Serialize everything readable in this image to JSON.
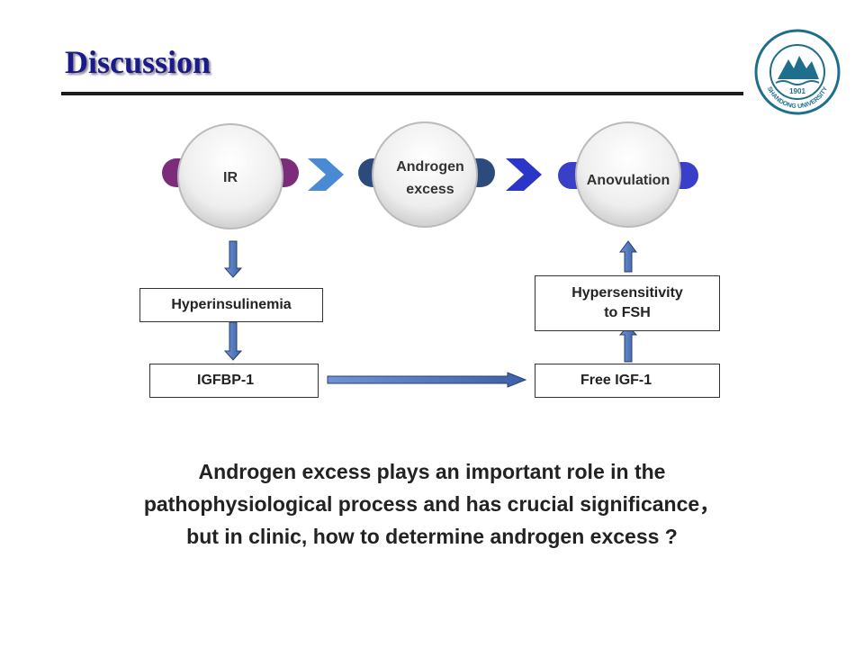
{
  "title": "Discussion",
  "logo": {
    "year": "1901",
    "name": "SHANDONG UNIVERSITY"
  },
  "flow": {
    "nodes": [
      {
        "label_lines": [
          "IR"
        ],
        "color": "#7b2d7b"
      },
      {
        "label_lines": [
          "Androgen",
          "excess"
        ],
        "color": "#2c4a7c"
      },
      {
        "label_lines": [
          "Anovulation"
        ],
        "color": "#3a3fc8"
      }
    ]
  },
  "boxes": {
    "hyperinsulinemia": "Hyperinsulinemia",
    "igfbp1": "IGFBP-1",
    "hypersensitivity": [
      "Hypersensitivity",
      "to FSH"
    ],
    "free_igf1": "Free IGF-1"
  },
  "caption": [
    "Androgen excess plays an important role in the",
    "pathophysiological process and has crucial significance，",
    "but in clinic, how to determine androgen excess ?"
  ],
  "colors": {
    "title": "#1a1a8c",
    "arrow_fill": "#5b7fc2",
    "chevron_light": "#4a8ad4",
    "chevron_dark": "#2b35c8"
  }
}
